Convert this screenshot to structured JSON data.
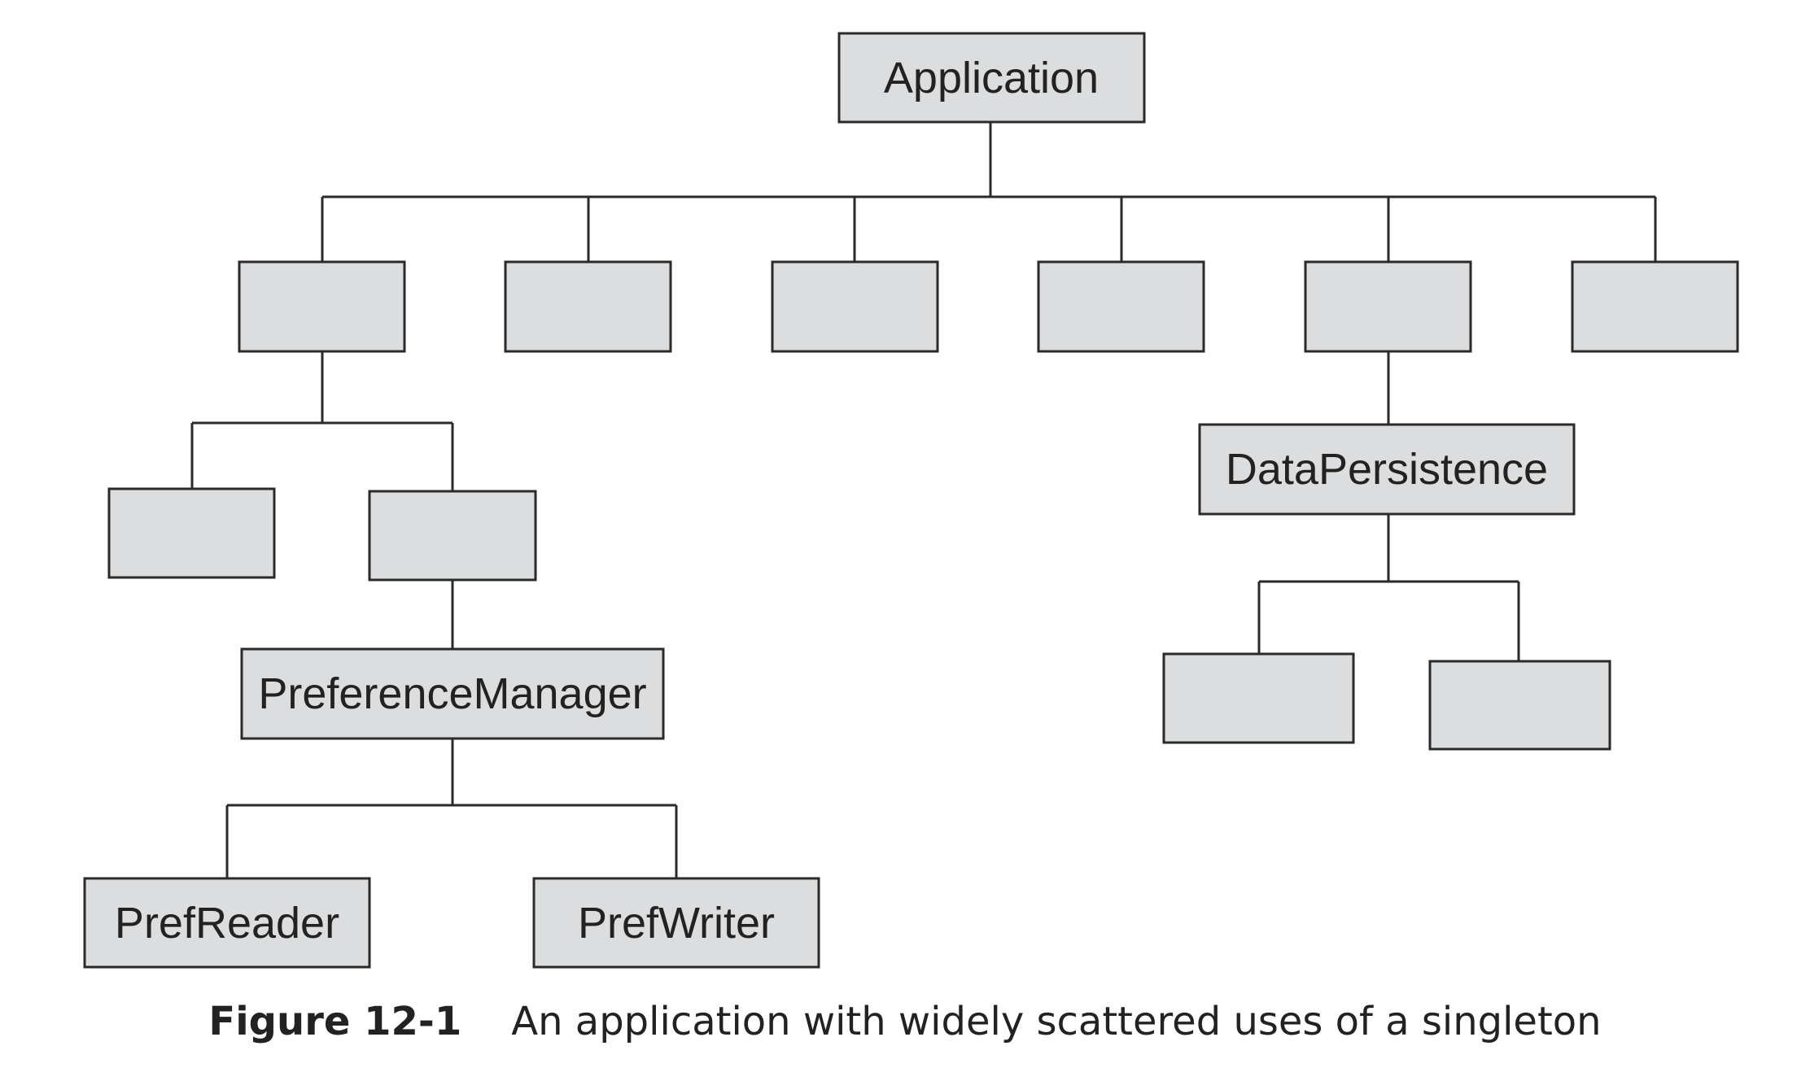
{
  "diagram": {
    "type": "tree",
    "nodes": [
      {
        "id": "root",
        "label": "Application"
      },
      {
        "id": "c1",
        "label": ""
      },
      {
        "id": "c2",
        "label": ""
      },
      {
        "id": "c3",
        "label": ""
      },
      {
        "id": "c4",
        "label": ""
      },
      {
        "id": "c5",
        "label": ""
      },
      {
        "id": "c6",
        "label": ""
      },
      {
        "id": "c1a",
        "label": ""
      },
      {
        "id": "c1b",
        "label": ""
      },
      {
        "id": "pm",
        "label": "PreferenceManager"
      },
      {
        "id": "pr",
        "label": "PrefReader"
      },
      {
        "id": "pw",
        "label": "PrefWriter"
      },
      {
        "id": "dp",
        "label": "DataPersistence"
      },
      {
        "id": "dp1",
        "label": ""
      },
      {
        "id": "dp2",
        "label": ""
      }
    ],
    "edges": [
      [
        "root",
        "c1"
      ],
      [
        "root",
        "c2"
      ],
      [
        "root",
        "c3"
      ],
      [
        "root",
        "c4"
      ],
      [
        "root",
        "c5"
      ],
      [
        "root",
        "c6"
      ],
      [
        "c1",
        "c1a"
      ],
      [
        "c1",
        "c1b"
      ],
      [
        "c1b",
        "pm"
      ],
      [
        "pm",
        "pr"
      ],
      [
        "pm",
        "pw"
      ],
      [
        "c5",
        "dp"
      ],
      [
        "dp",
        "dp1"
      ],
      [
        "dp",
        "dp2"
      ]
    ]
  },
  "caption": {
    "number": "Figure 12-1",
    "text": "An application with widely scattered uses of a singleton"
  }
}
